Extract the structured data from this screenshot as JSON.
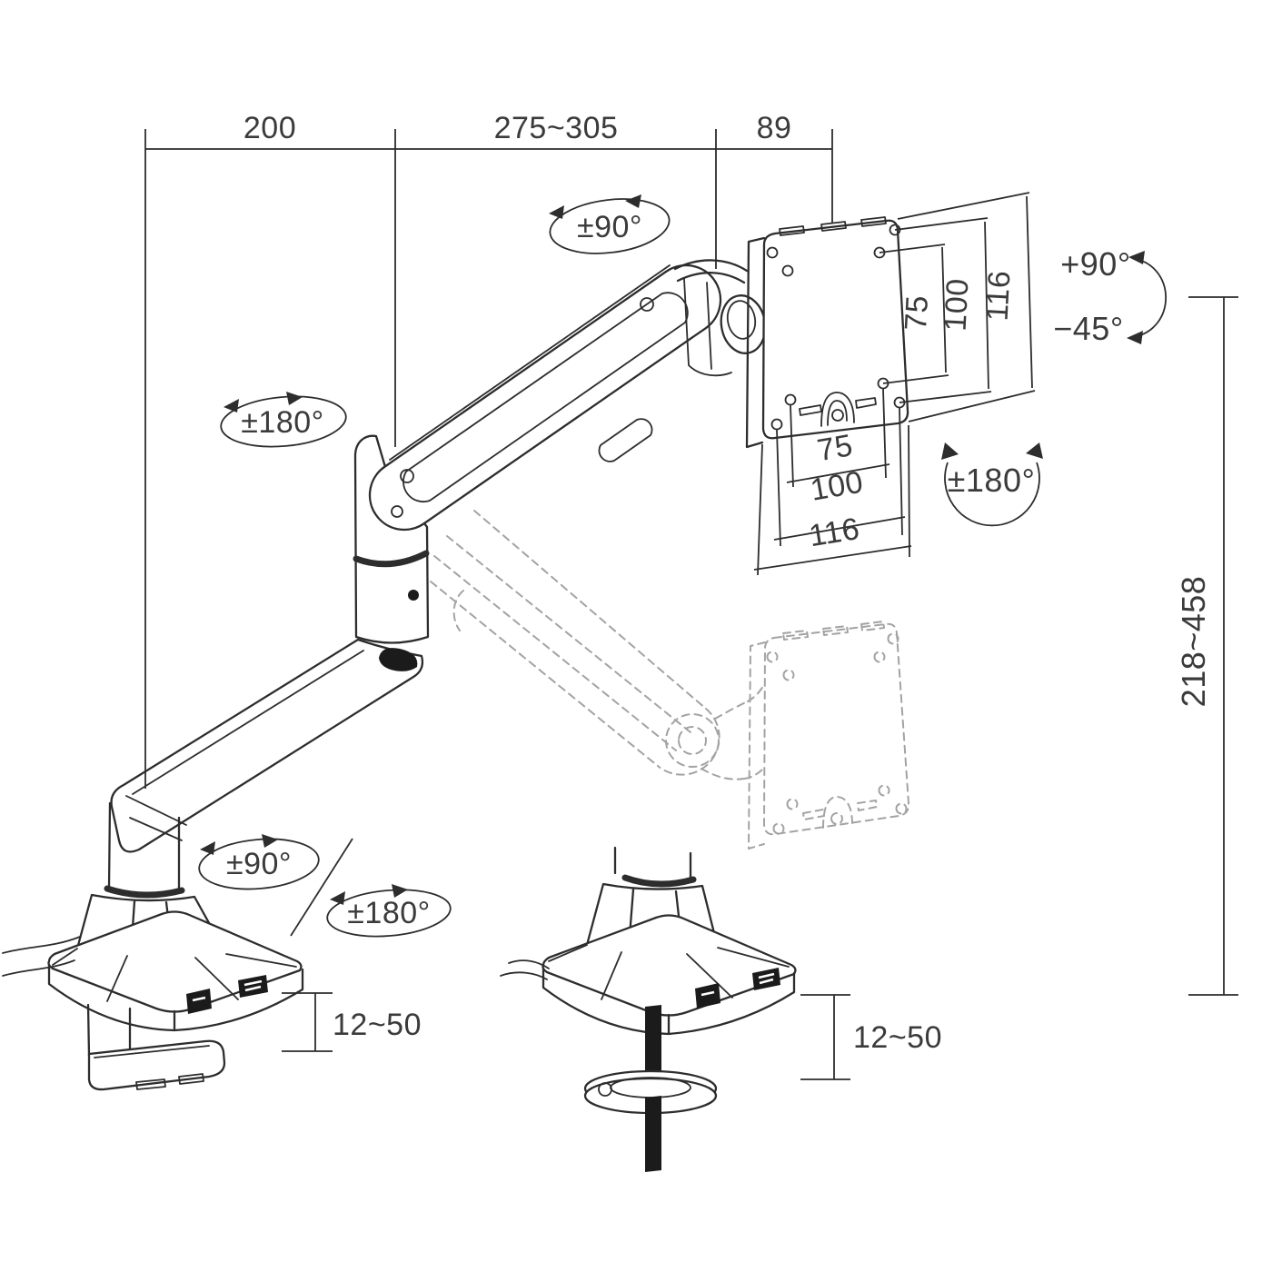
{
  "figure": {
    "background": "#ffffff",
    "line_color": "#2d2d2d",
    "ghost_color": "#a3a3a3",
    "text_color": "#3b3b3b"
  },
  "top_dimensions": {
    "base_to_elbow": "200",
    "elbow_to_head": "275~305",
    "head_to_plate": "89"
  },
  "rotations": {
    "head_swivel": "±90°",
    "elbow_swivel": "±180°",
    "tilt_up": "+90°",
    "tilt_down": "−45°",
    "vesa_rotation": "±180°",
    "base_swivel": "±90°",
    "base_rotation": "±180°"
  },
  "vesa_plate": {
    "side_spacings": {
      "inner": "75",
      "middle": "100",
      "outer": "116"
    },
    "bottom_spacings": {
      "inner": "75",
      "middle": "100",
      "outer": "116"
    }
  },
  "height_adjustment_range": "218~458",
  "desk_mount": {
    "clamp_thickness_range": "12~50",
    "grommet_thickness_range": "12~50"
  }
}
